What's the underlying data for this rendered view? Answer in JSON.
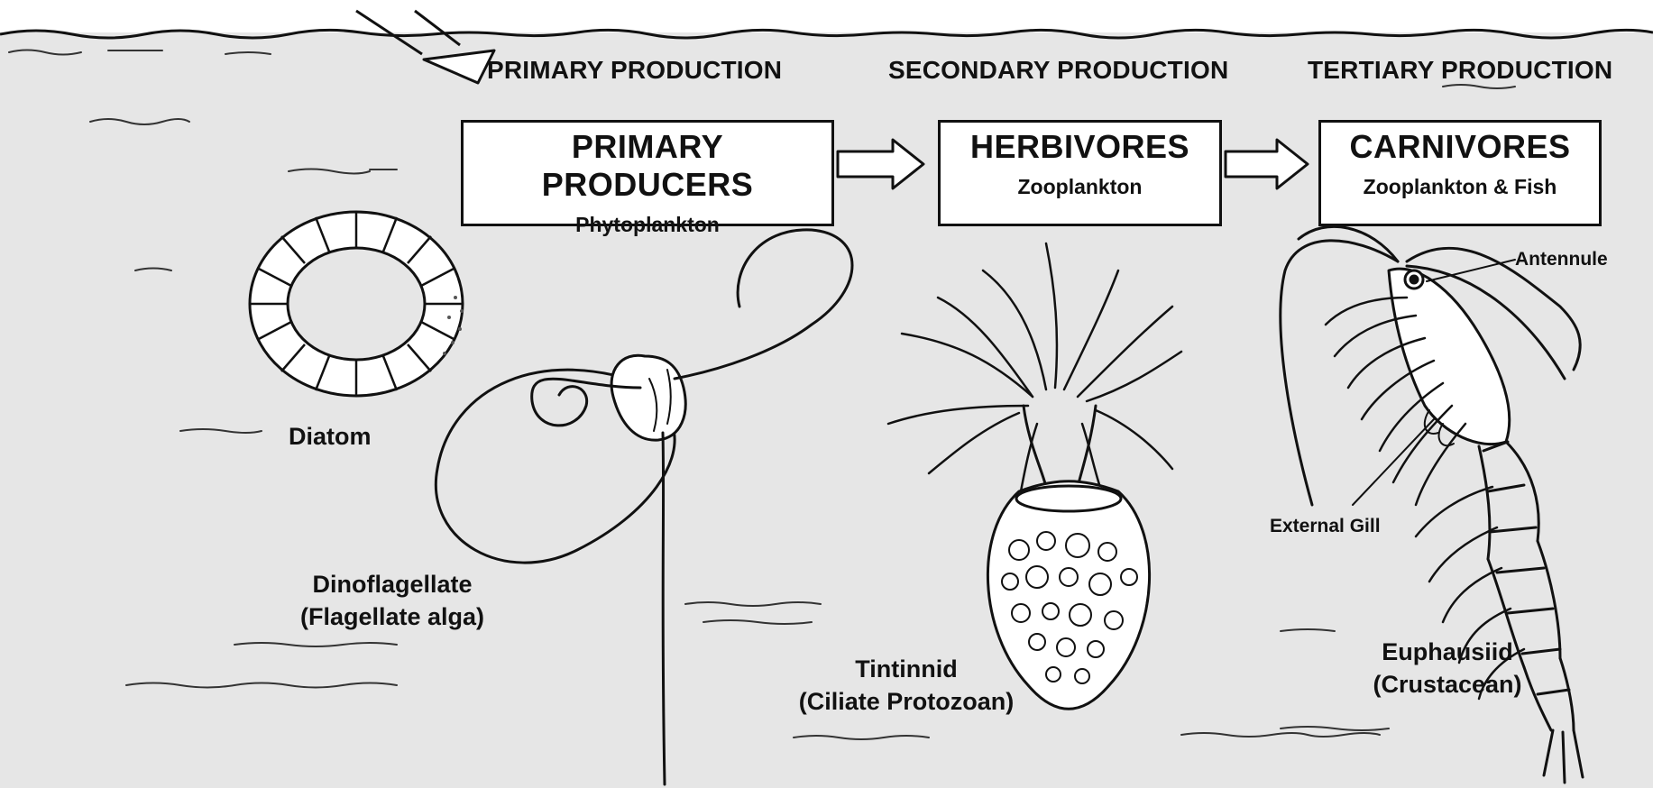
{
  "stages": [
    {
      "heading": "PRIMARY PRODUCTION",
      "level": "PRIMARY PRODUCERS",
      "organisms": "Phytoplankton"
    },
    {
      "heading": "SECONDARY PRODUCTION",
      "level": "HERBIVORES",
      "organisms": "Zooplankton"
    },
    {
      "heading": "TERTIARY PRODUCTION",
      "level": "CARNIVORES",
      "organisms": "Zooplankton & Fish"
    }
  ],
  "specimens": {
    "diatom": "Diatom",
    "dinoflagellate": [
      "Dinoflagellate",
      "(Flagellate alga)"
    ],
    "tintinnid": [
      "Tintinnid",
      "(Ciliate Protozoan)"
    ],
    "euphausiid": [
      "Euphausiid",
      "(Crustacean)"
    ]
  },
  "parts": {
    "antennule": "Antennule",
    "external_gill": "External Gill"
  },
  "colors": {
    "water": "#e6e6e6",
    "ink": "#111111",
    "box_fill": "#ffffff"
  }
}
